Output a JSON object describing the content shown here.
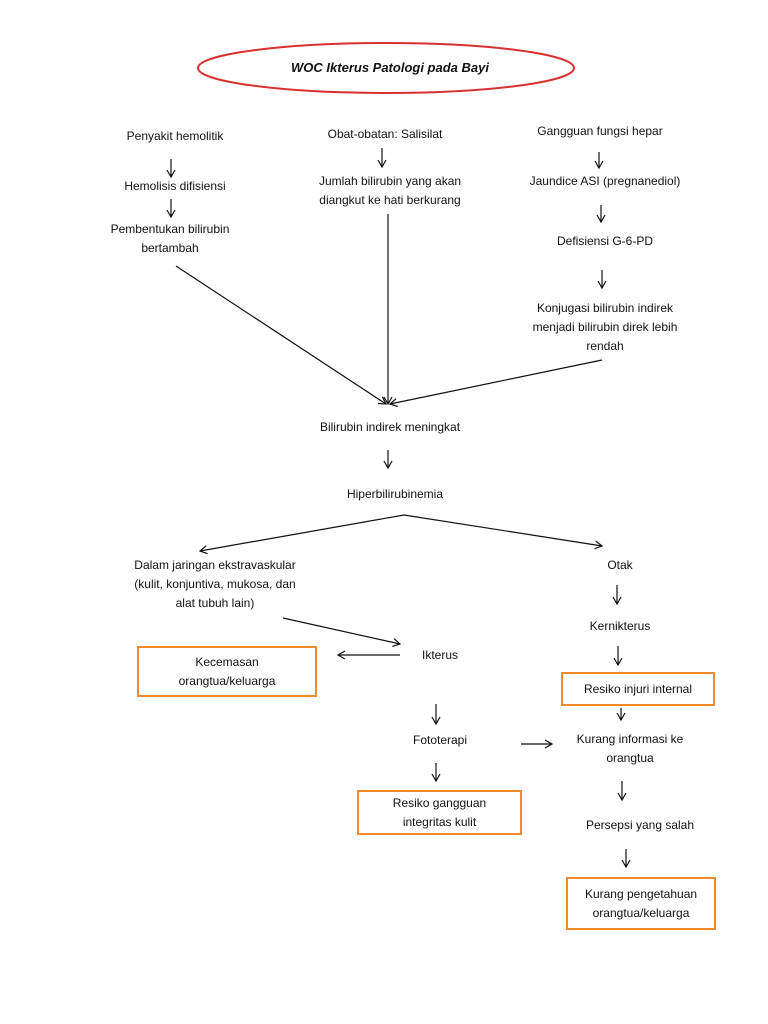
{
  "title": "WOC Ikterus  Patologi pada Bayi",
  "nodes": {
    "penyakit_hemolitik": "Penyakit hemolitik",
    "hemolisis": "Hemolisis difisiensi",
    "pembentukan_1": "Pembentukan bilirubin",
    "pembentukan_2": "bertambah",
    "obat": "Obat-obatan: Salisilat",
    "jumlah_1": "Jumlah bilirubin yang akan",
    "jumlah_2": "diangkut ke hati berkurang",
    "gangguan_hepar": "Gangguan fungsi hepar",
    "jaundice": "Jaundice ASI (pregnanediol)",
    "defisiensi": "Defisiensi G-6-PD",
    "konjugasi_1": "Konjugasi bilirubin indirek",
    "konjugasi_2": "menjadi bilirubin direk lebih",
    "konjugasi_3": "rendah",
    "bilirubin_indirek": "Bilirubin indirek meningkat",
    "hiperbilirubinemia": "Hiperbilirubinemia",
    "jaringan_1": "Dalam jaringan ekstravaskular",
    "jaringan_2": "(kulit, konjuntiva, mukosa, dan",
    "jaringan_3": "alat tubuh lain)",
    "otak": "Otak",
    "kernikterus": "Kernikterus",
    "ikterus": "Ikterus",
    "kecemasan_1": "Kecemasan",
    "kecemasan_2": "orangtua/keluarga",
    "resiko_injuri": "Resiko injuri internal",
    "fototerapi": "Fototerapi",
    "kurang_info_1": "Kurang informasi ke",
    "kurang_info_2": "orangtua",
    "resiko_kulit_1": "Resiko gangguan",
    "resiko_kulit_2": "integritas kulit",
    "persepsi": "Persepsi yang salah",
    "kurang_pengetahuan_1": "Kurang pengetahuan",
    "kurang_pengetahuan_2": "orangtua/keluarga"
  },
  "colors": {
    "title_ellipse": "#d6312e",
    "box_border": "#ef8b2c",
    "line": "#111111"
  }
}
